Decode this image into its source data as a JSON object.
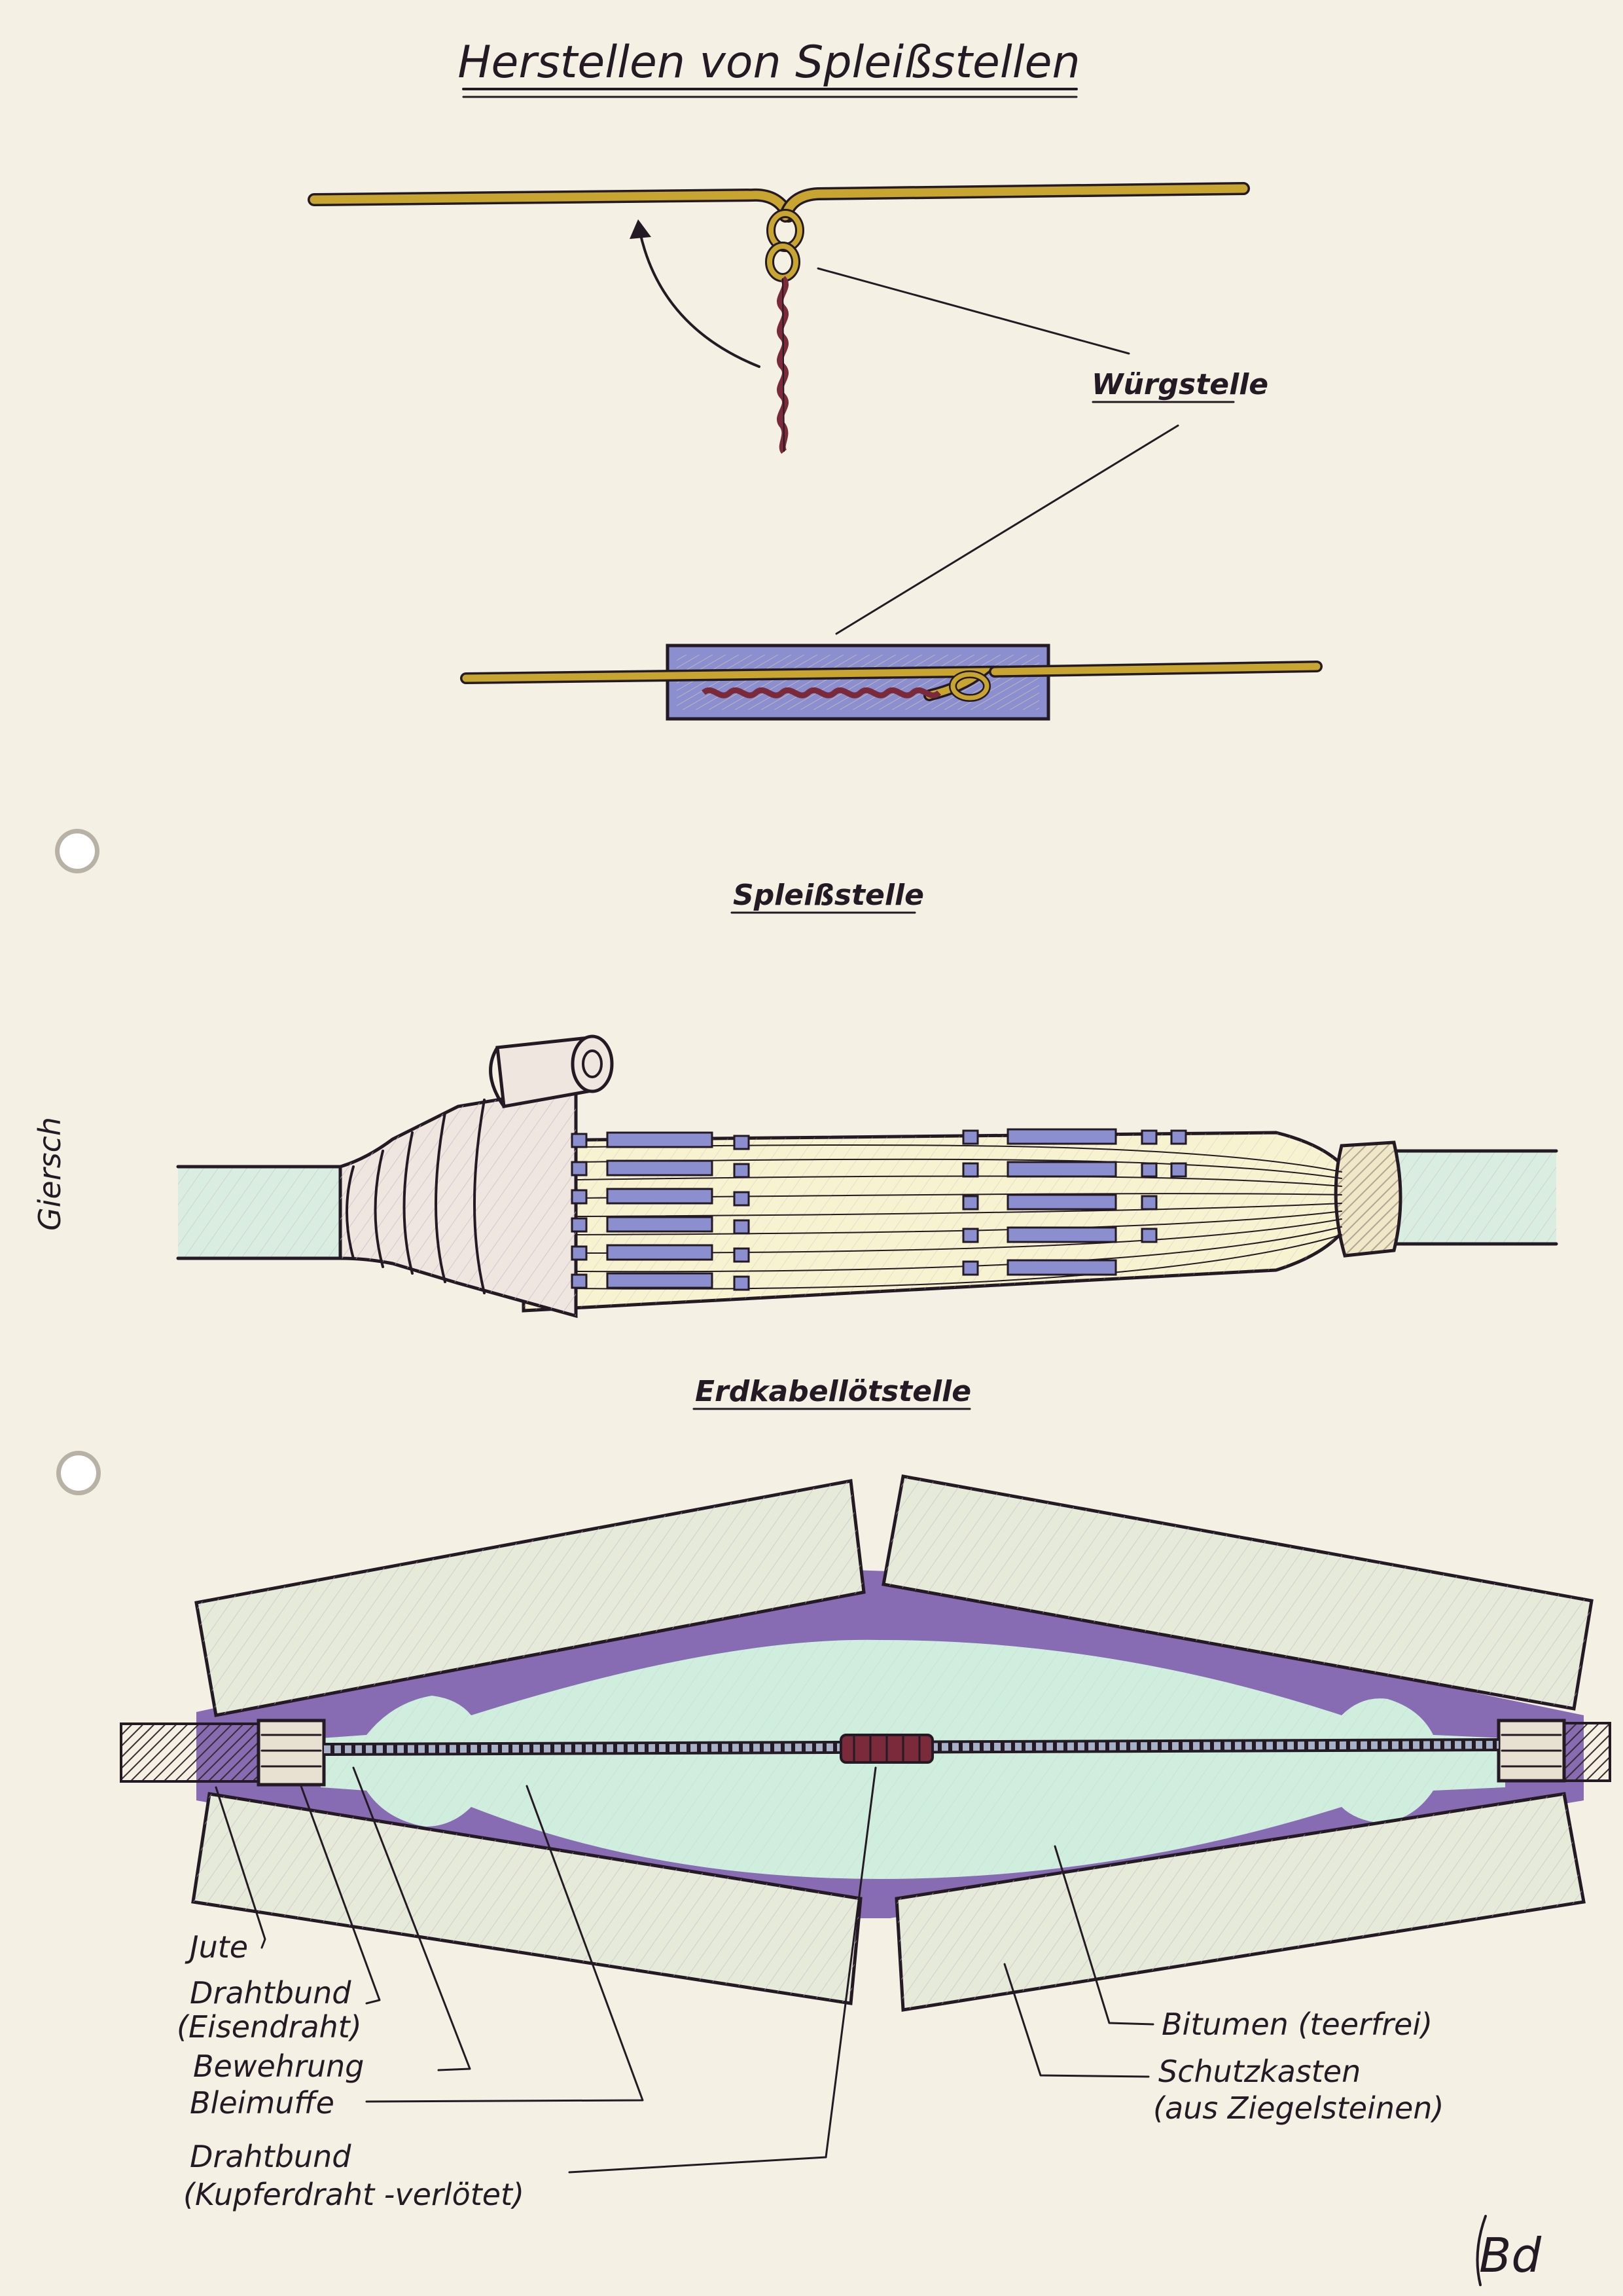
{
  "title": "Herstellen von Spleißstellen",
  "author": "Giersch",
  "initials": "Bd",
  "twist_joint": {
    "label": "Würgstelle"
  },
  "splice": {
    "heading": "Spleißstelle"
  },
  "buried_joint": {
    "heading": "Erdkabellötstelle",
    "labels": {
      "jute": "Jute",
      "wire_binding_iron_1": "Drahtbund",
      "wire_binding_iron_2": "(Eisendraht)",
      "armouring": "Bewehrung",
      "lead_sleeve": "Bleimuffe",
      "wire_binding_copper_1": "Drahtbund",
      "wire_binding_copper_2": "(Kupferdraht -verlötet)",
      "bitumen": "Bitumen (teerfrei)",
      "protective_box_1": "Schutzkasten",
      "protective_box_2": "(aus Ziegelsteinen)"
    }
  },
  "colors": {
    "paper": "#f4f0e4",
    "ink": "#231a24",
    "wire_gold": "#c8a431",
    "wire_twist": "#7a2a3a",
    "sleeve_blue": "#8b8fd0",
    "cable_green": "#d4ecdc",
    "bitumen_purple": "#7b5cad",
    "lead_green": "#cfeedd"
  }
}
